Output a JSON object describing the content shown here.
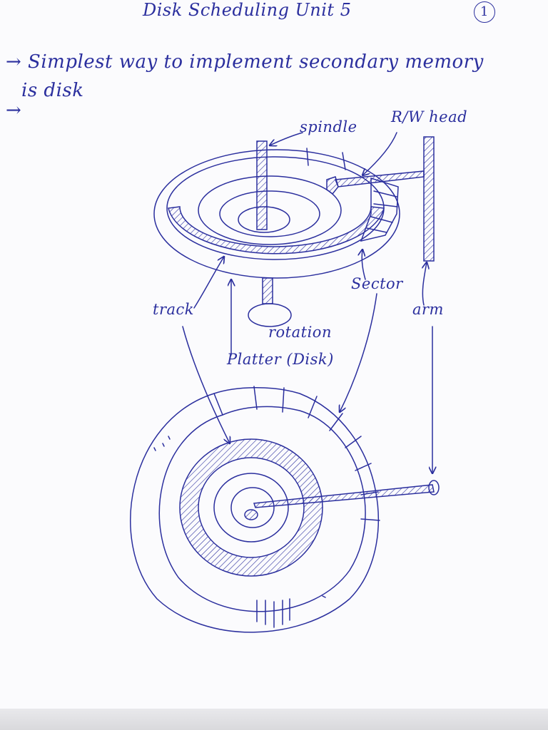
{
  "page": {
    "title": "Disk Scheduling Unit 5",
    "page_number": "1",
    "line1": "→ Simplest way to implement secondary memory",
    "line2": "is disk",
    "arrow2": "→"
  },
  "diagram": {
    "labels": {
      "spindle": "spindle",
      "rw_head": "R/W head",
      "sector": "Sector",
      "arm": "arm",
      "track": "track",
      "rotation": "rotation",
      "platter": "Platter (Disk)"
    }
  },
  "ink_color": "#2b2f9e"
}
